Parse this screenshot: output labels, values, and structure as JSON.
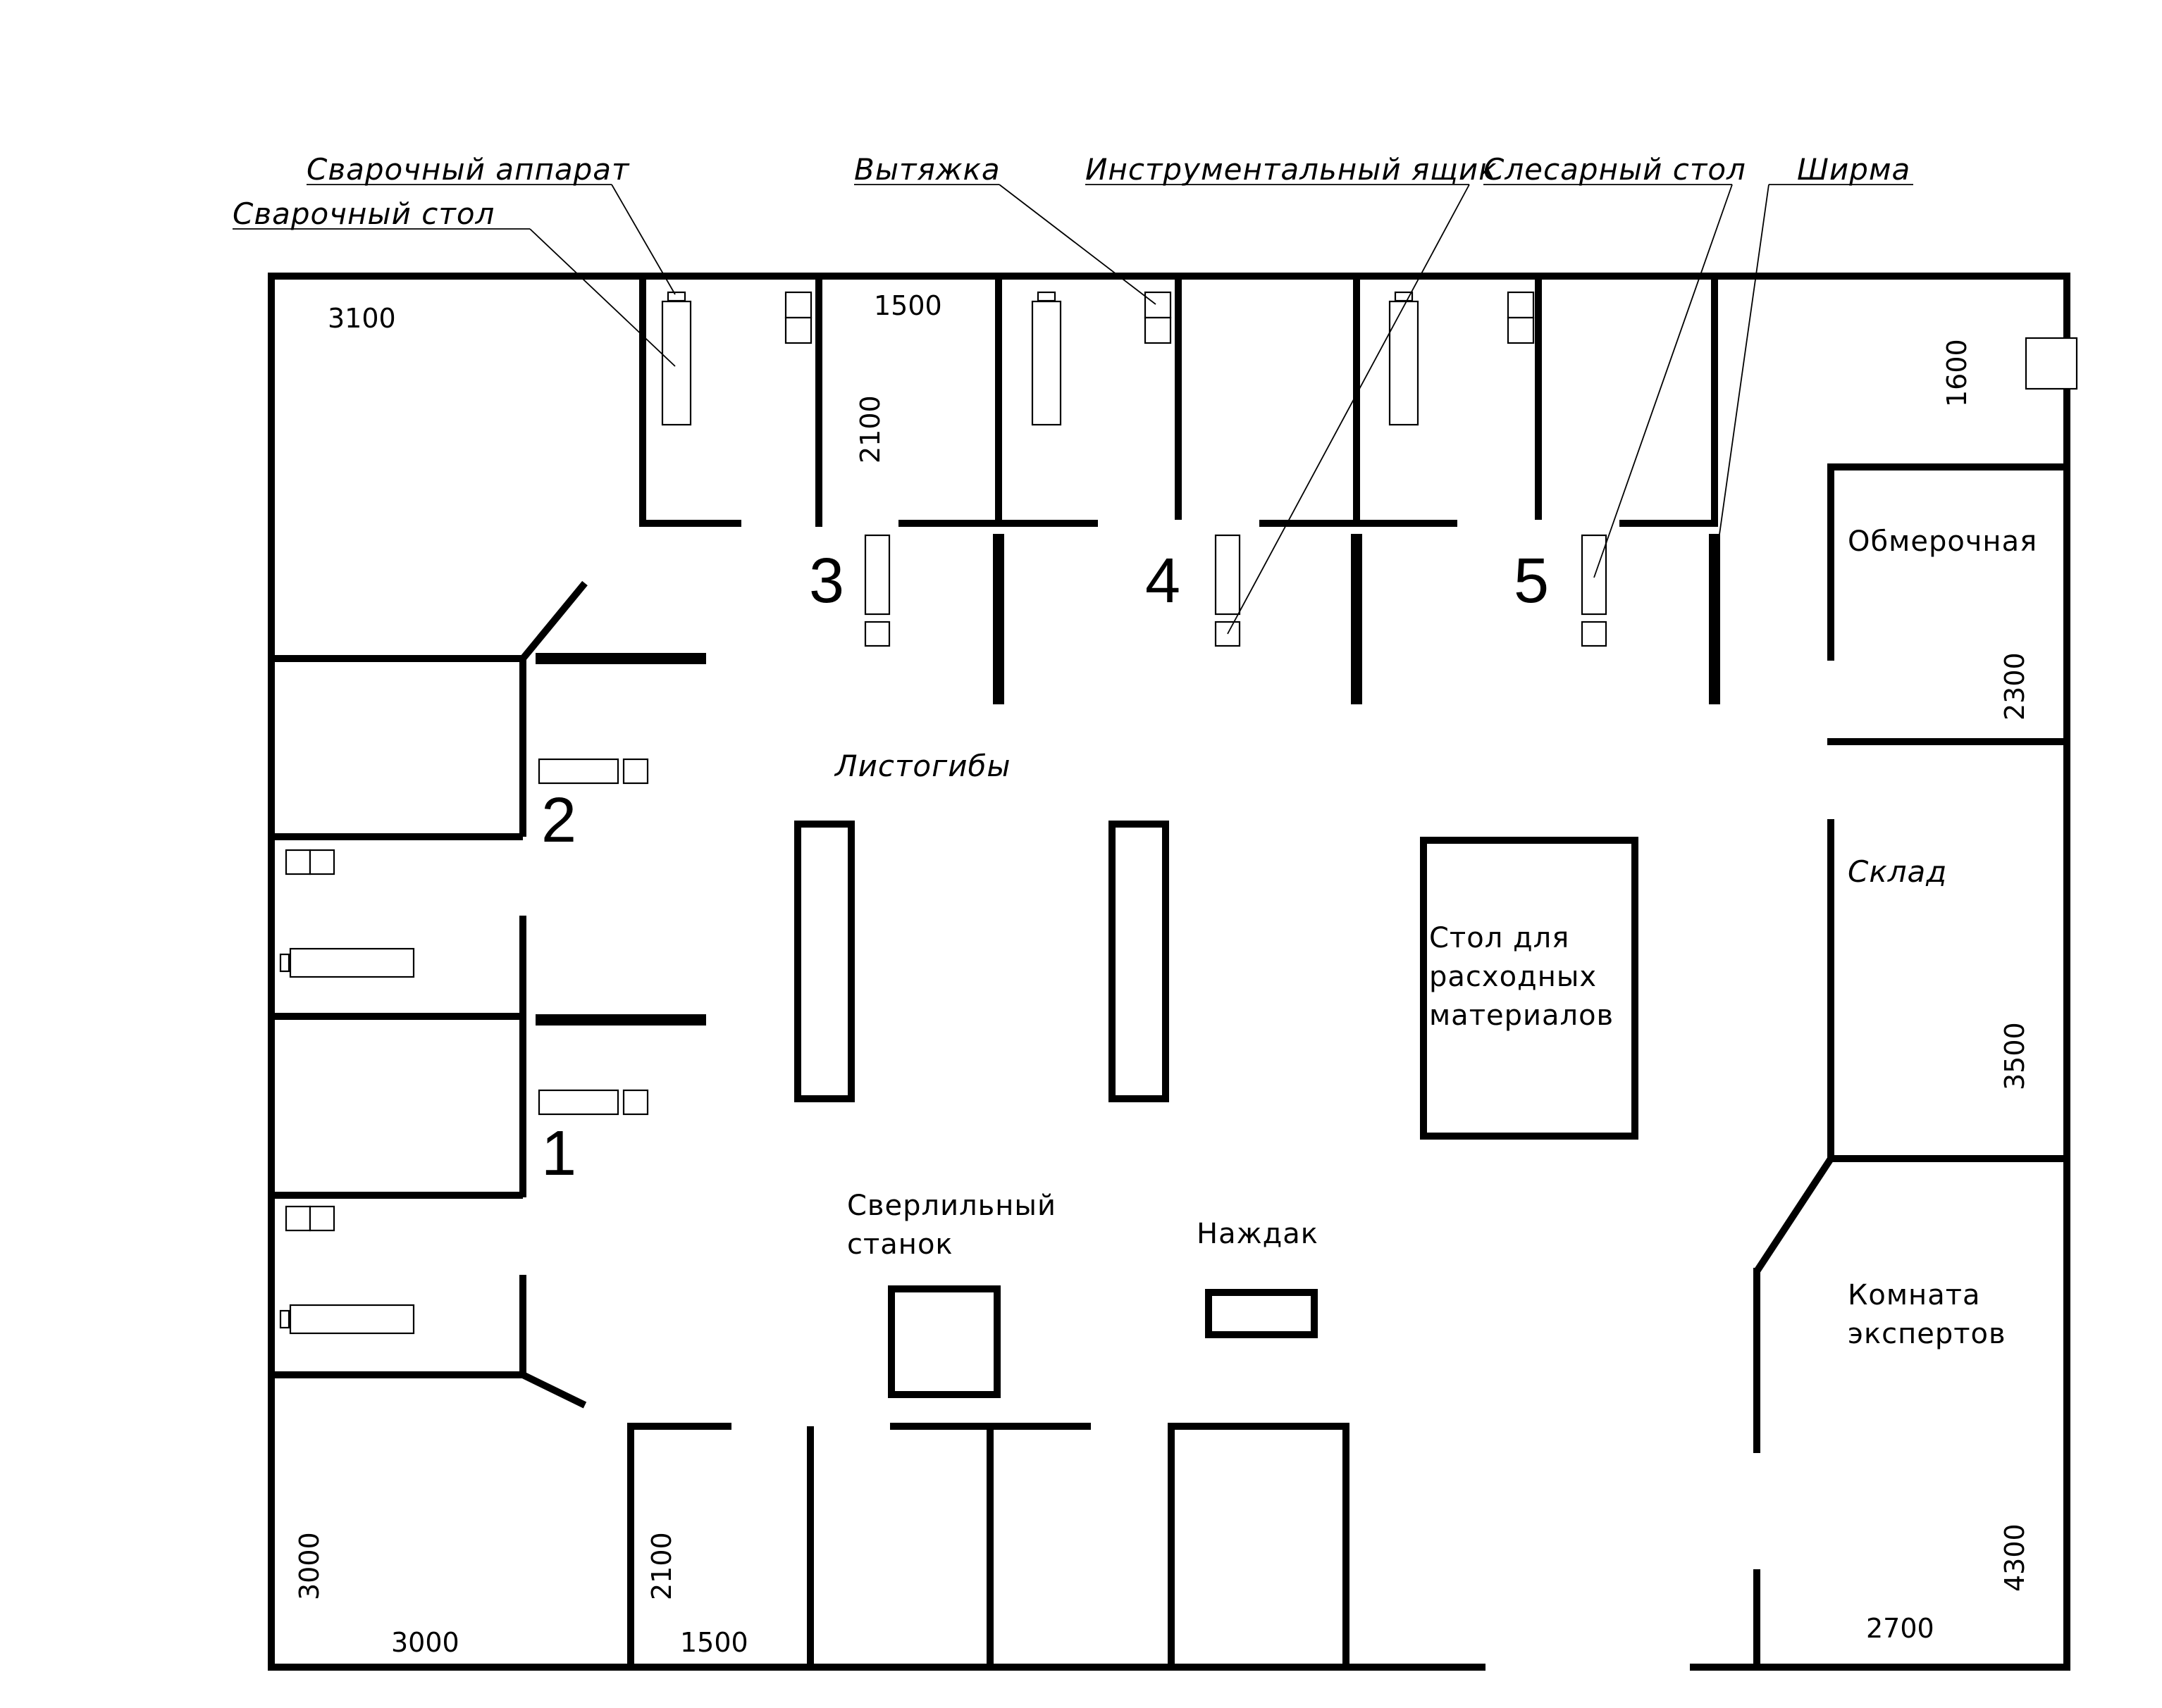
{
  "callouts": {
    "welding_machine": "Сварочный аппарат",
    "welding_table": "Сварочный стол",
    "hood": "Вытяжка",
    "tool_box": "Инструментальный ящик",
    "bench": "Слесарный стол",
    "screen": "Ширма"
  },
  "areas": {
    "sheet_benders": "Листогибы",
    "drill_l1": "Сверлильный",
    "drill_l2": "станок",
    "grinder": "Наждак",
    "supplies_l1": "Стол для",
    "supplies_l2": "расходных",
    "supplies_l3": "материалов",
    "measuring": "Обмерочная",
    "storage": "Склад",
    "experts_l1": "Комната",
    "experts_l2": "экспертов"
  },
  "booth_numbers": [
    "1",
    "2",
    "3",
    "4",
    "5"
  ],
  "dimensions": {
    "top_left_width": "3100",
    "booth_width": "1500",
    "booth_depth": "2100",
    "top_right": "1600",
    "measuring_room": "2300",
    "storage_room": "3500",
    "experts_room_height": "4300",
    "experts_room_width": "2700",
    "bottom_left_height": "3000",
    "bottom_left_width": "3000",
    "bottom_booth_depth": "2100",
    "bottom_booth_width": "1500"
  }
}
